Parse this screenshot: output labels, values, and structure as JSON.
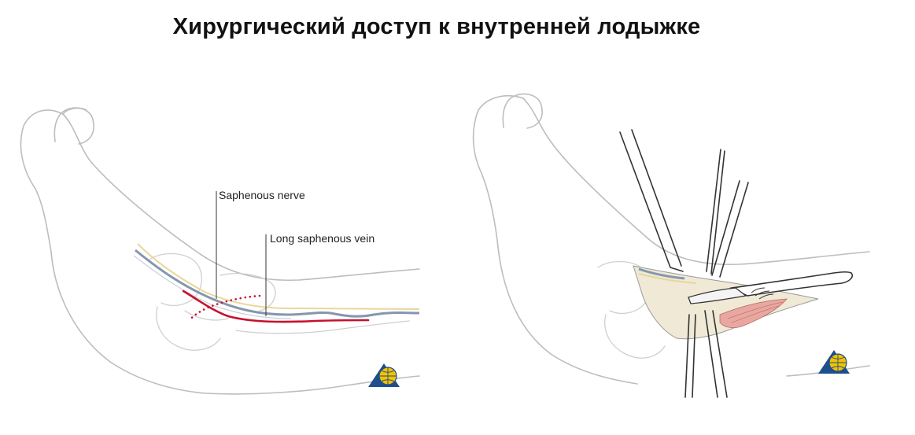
{
  "title": "Хирургический доступ к внутренней лодыжке",
  "left_figure": {
    "labels": {
      "nerve": "Saphenous nerve",
      "vein": "Long saphenous vein"
    },
    "colors": {
      "incision": "#c8102e",
      "vein": "#7f8fa6",
      "nerve": "#e8d79a",
      "outline": "#bdbdbd"
    }
  },
  "right_figure": {
    "colors": {
      "instrument": "#333333",
      "muscle": "#e8a7a0",
      "tissue": "#efe9d6"
    }
  },
  "logo": {
    "icon": "globe-triangle-icon",
    "colors": {
      "triangle": "#1f4e8c",
      "globe": "#f2c200"
    }
  }
}
